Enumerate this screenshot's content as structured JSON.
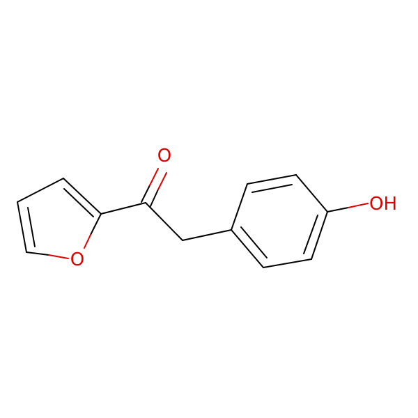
{
  "molecule": {
    "atoms": {
      "carbonyl_oxygen": {
        "label": "O",
        "color": "#E00000"
      },
      "furan_oxygen": {
        "label": "O",
        "color": "#E00000"
      },
      "hydroxyl": {
        "label": "OH",
        "color": "#E00000"
      }
    },
    "bond_color": "#000000",
    "background": "#FFFFFF"
  }
}
